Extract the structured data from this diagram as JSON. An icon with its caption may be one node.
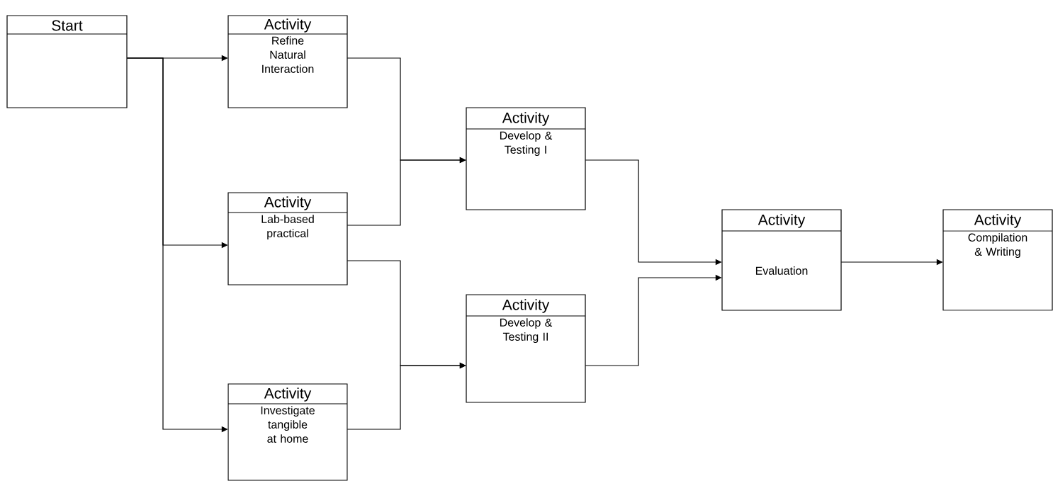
{
  "diagram": {
    "nodes": [
      {
        "text": [
          "Start"
        ]
      },
      {
        "text": [
          "Activity",
          "Refine Natural Interaction"
        ]
      },
      {
        "text": [
          "Activity",
          "Lab-based practical"
        ]
      },
      {
        "text": [
          "Activity",
          "Investigate tangible at home"
        ]
      },
      {
        "text": [
          "Activity",
          "Develop & Testing I"
        ]
      },
      {
        "text": [
          "Activity",
          "Develop & Testing II"
        ]
      },
      {
        "text": [
          "Activity",
          "Evaluation"
        ]
      },
      {
        "text": [
          "Activity",
          "Compilation & Writing"
        ]
      }
    ],
    "edges": [
      {
        "from": 0,
        "to": 1,
        "arrow": "to"
      },
      {
        "from": 0,
        "to": 2,
        "arrow": "to"
      },
      {
        "from": 0,
        "to": 3,
        "arrow": "to"
      },
      {
        "from": 1,
        "to": 4,
        "arrow": "to"
      },
      {
        "from": 2,
        "to": 4,
        "arrow": "to"
      },
      {
        "from": 2,
        "to": 5,
        "arrow": "to"
      },
      {
        "from": 3,
        "to": 5,
        "arrow": "to"
      },
      {
        "from": 4,
        "to": 6,
        "arrow": "to"
      },
      {
        "from": 5,
        "to": 6,
        "arrow": "to"
      },
      {
        "from": 6,
        "to": 7,
        "arrow": "to"
      }
    ]
  }
}
